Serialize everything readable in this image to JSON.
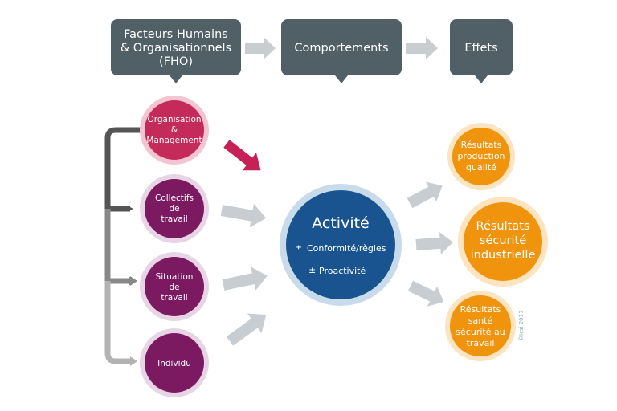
{
  "header": {
    "fho": [
      "Facteurs Humains",
      "& Organisationnels",
      "(FHO)"
    ],
    "comportements": "Comportements",
    "effets": "Effets"
  },
  "factors": {
    "organisation": [
      "Organisation",
      "&",
      "Management"
    ],
    "collectifs": [
      "Collectifs",
      "de",
      "travail"
    ],
    "situation": [
      "Situation",
      "de",
      "travail"
    ],
    "individu": [
      "Individu"
    ]
  },
  "activity": {
    "title": "Activité",
    "items": [
      {
        "sign": "±",
        "label": "Conformité/règles"
      },
      {
        "sign": "±",
        "label": "Proactivité"
      }
    ]
  },
  "results": {
    "production": [
      "Résultats",
      "production",
      "qualité"
    ],
    "securite": [
      "Résultats",
      "sécurité",
      "industrielle"
    ],
    "sante": [
      "Résultats",
      "santé",
      "sécurité au",
      "travail"
    ]
  },
  "copyright": "©Icsi 2017",
  "colors": {
    "header_bg": "#515f67",
    "arrow_gray": "#c7cdd1",
    "org_circle": "#c42a5a",
    "org_ring": "#f3c5d2",
    "factor_circle": "#7b1a61",
    "factor_ring": "#e7d4e4",
    "activity_circle": "#1a5490",
    "activity_ring": "#c8dbea",
    "result_circle": "#f0940d",
    "result_ring": "#fbe4bf",
    "accent_arrow": "#c62057",
    "bracket_dark": "#555555",
    "bracket_mid": "#888888",
    "bracket_light": "#b3b3b3"
  }
}
